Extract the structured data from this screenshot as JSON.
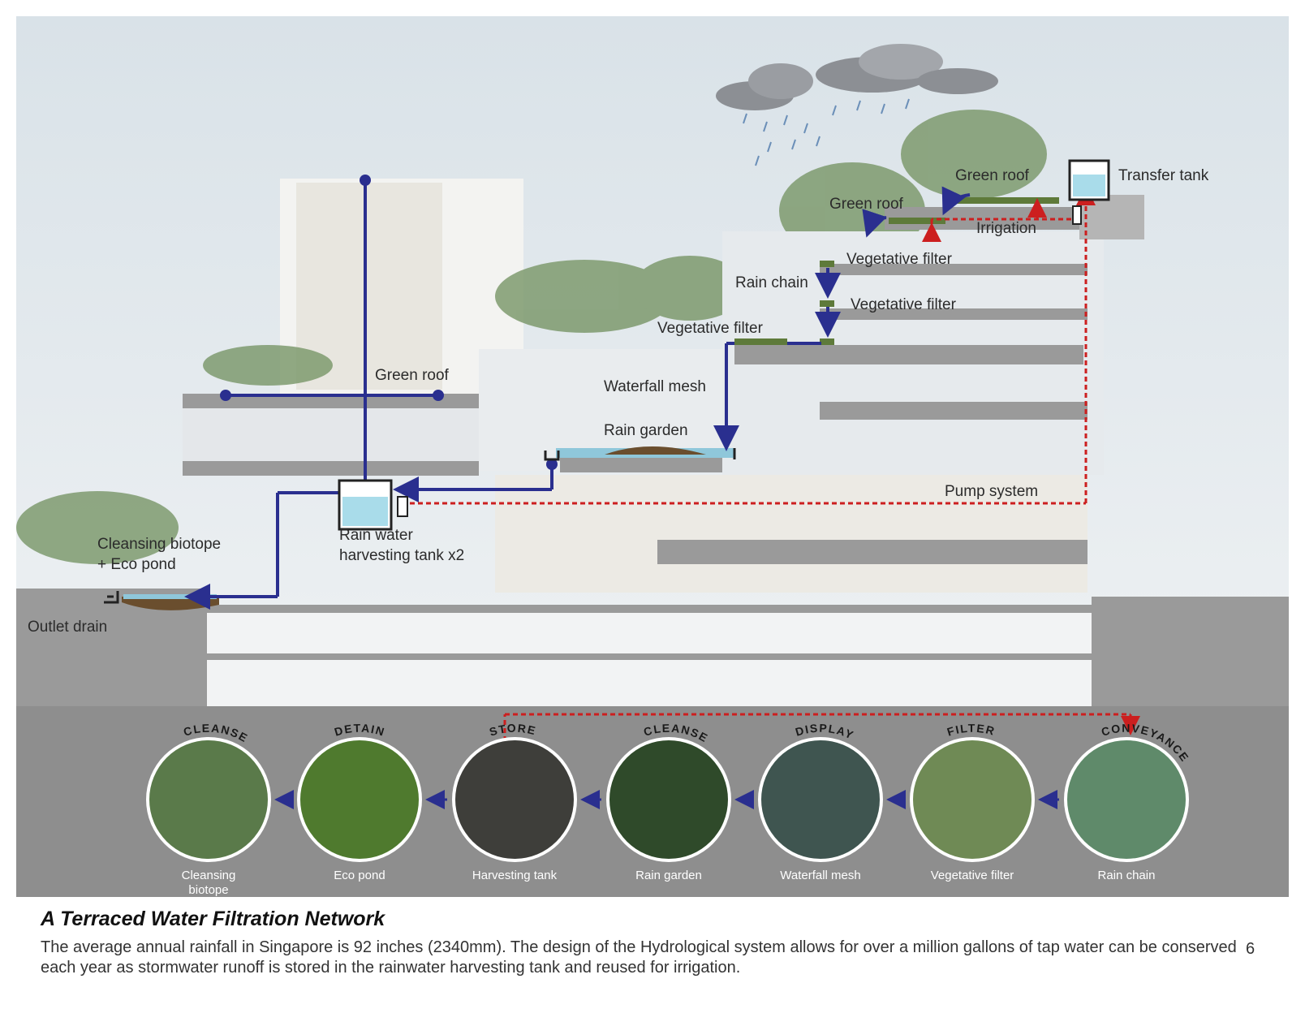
{
  "labels": {
    "green_roof_left": "Green roof",
    "green_roof_top1": "Green roof",
    "green_roof_top2": "Green roof",
    "transfer_tank": "Transfer tank",
    "irrigation": "Irrigation",
    "vegetative_filter_1": "Vegetative filter",
    "vegetative_filter_2": "Vegetative filter",
    "vegetative_filter_3": "Vegetative filter",
    "rain_chain": "Rain chain",
    "waterfall_mesh": "Waterfall mesh",
    "rain_garden": "Rain garden",
    "pump_system": "Pump system",
    "harvest_tank_line1": "Rain water",
    "harvest_tank_line2": "harvesting tank x2",
    "biotope_line1": "Cleansing biotope",
    "biotope_line2": "+ Eco pond",
    "outlet_drain": "Outlet drain"
  },
  "stages": [
    {
      "arc": "CLEANSE",
      "label_line1": "Cleansing",
      "label_line2": "biotope",
      "color": "#5a7a4a"
    },
    {
      "arc": "DETAIN",
      "label_line1": "Eco pond",
      "label_line2": "",
      "color": "#4f7a2e"
    },
    {
      "arc": "STORE",
      "label_line1": "Harvesting tank",
      "label_line2": "",
      "color": "#3e3e3a"
    },
    {
      "arc": "CLEANSE",
      "label_line1": "Rain garden",
      "label_line2": "",
      "color": "#2f4a2a"
    },
    {
      "arc": "DISPLAY",
      "label_line1": "Waterfall mesh",
      "label_line2": "",
      "color": "#3f5550"
    },
    {
      "arc": "FILTER",
      "label_line1": "Vegetative filter",
      "label_line2": "",
      "color": "#6f8a55"
    },
    {
      "arc": "CONVEYANCE",
      "label_line1": "Rain chain",
      "label_line2": "",
      "color": "#5f8a6a"
    }
  ],
  "caption": {
    "title": "A Terraced Water Filtration Network",
    "body": "The average annual rainfall in Singapore is 92 inches (2340mm). The design of the Hydrological system allows for over a million gallons of tap water can be conserved each year as stormwater runoff is stored in the rainwater harvesting tank and reused for irrigation.",
    "page_number": "6"
  },
  "colors": {
    "flow_blue": "#2a2f8f",
    "pump_red": "#cc1f1f",
    "band_grey": "#8e8e8e",
    "tank_water": "#a9dcea"
  }
}
